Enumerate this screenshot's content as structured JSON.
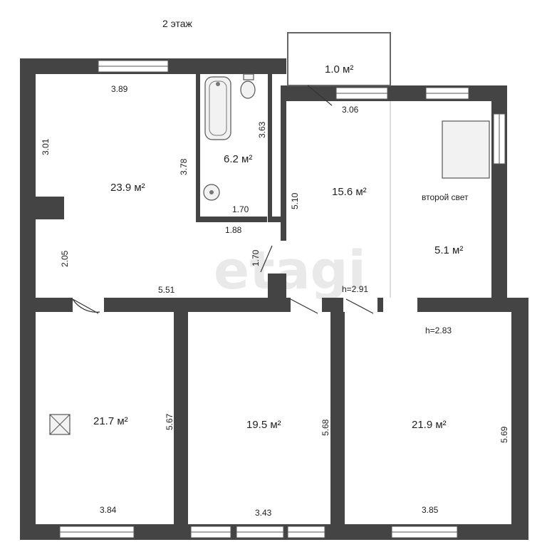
{
  "floor_title": "2 этаж",
  "watermark": "etagi",
  "rooms": {
    "living_top": {
      "area": "23.9 м²",
      "dims": [
        "3.89",
        "3.01",
        "3.78",
        "2.05",
        "5.51"
      ]
    },
    "bathroom": {
      "area": "6.2 м²",
      "dims": [
        "3.63",
        "1.70",
        "1.88"
      ]
    },
    "balcony": {
      "area": "1.0 м²"
    },
    "hall": {
      "area": "15.6 м²",
      "dims": [
        "3.06",
        "5.10",
        "1.70"
      ],
      "height": "h=2.91"
    },
    "second_light": {
      "label": "второй свет",
      "area": "5.1 м²"
    },
    "bedroom_left": {
      "area": "21.7 м²",
      "dims": [
        "5.67",
        "3.84"
      ]
    },
    "bedroom_middle": {
      "area": "19.5 м²",
      "dims": [
        "5.68",
        "3.43"
      ]
    },
    "bedroom_right": {
      "area": "21.9 м²",
      "dims": [
        "5.69",
        "3.85"
      ],
      "height": "h=2.83"
    }
  },
  "colors": {
    "wall": "#444444",
    "background": "#ffffff",
    "watermark": "#e9e9e9"
  }
}
